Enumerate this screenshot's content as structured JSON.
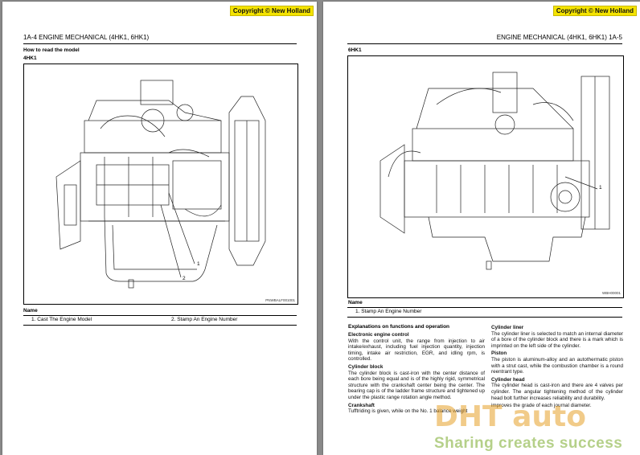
{
  "left_page": {
    "copyright": "Copyright © New Holland",
    "header": "1A-4    ENGINE MECHANICAL (4HK1, 6HK1)",
    "section_title": "How to read the model",
    "model": "4HK1",
    "figure_id": "PNWBALF001001",
    "callouts": [
      "1",
      "2"
    ],
    "name_label": "Name",
    "names": [
      "1.  Cast The Engine Model",
      "2.  Stamp An Engine Number"
    ]
  },
  "right_page": {
    "copyright": "Copyright © New Holland",
    "header": "ENGINE MECHANICAL (4HK1, 6HK1)    1A-5",
    "model": "6HK1",
    "figure_id": "WBH00001",
    "callouts": [
      "1"
    ],
    "name_label": "Name",
    "names": [
      "1.  Stamp An Engine Number"
    ],
    "explanations_title": "Explanations on functions and operation",
    "left_column": [
      {
        "heading": "Electronic engine control",
        "text": "With the control unit, the range from injection to air intake/exhaust, including fuel injection quantity, injection timing, intake air restriction, EGR, and idling rpm, is controlled."
      },
      {
        "heading": "Cylinder block",
        "text": "The cylinder block is cast-iron with the center distance of each bore being equal and is of the highly rigid, symmetrical structure with the crankshaft center being the center. The bearing cap is of the ladder frame structure and tightened up under the plastic range rotation angle method."
      },
      {
        "heading": "Crankshaft",
        "text": "Tufftriding is given, while on the No. 1 balance weight"
      }
    ],
    "right_column": [
      {
        "heading": "Cylinder liner",
        "text": "The cylinder liner is selected to match an internal diameter of a bore of the cylinder block and there is a mark which is imprinted on the left side of the cylinder."
      },
      {
        "heading": "Piston",
        "text": "The piston is aluminum-alloy and an autothermatic piston with a strut cast, while the combustion chamber is a round reentrant type."
      },
      {
        "heading": "Cylinder head",
        "text": "The cylinder head is cast-iron and there are 4 valves per cylinder. The angular tightening method of the cylinder head bolt further increases reliability and durability."
      },
      {
        "heading": "",
        "text": "improves the grade of each journal diameter."
      }
    ]
  },
  "watermark": {
    "logo": "DHT auto",
    "tagline": "Sharing creates success"
  }
}
